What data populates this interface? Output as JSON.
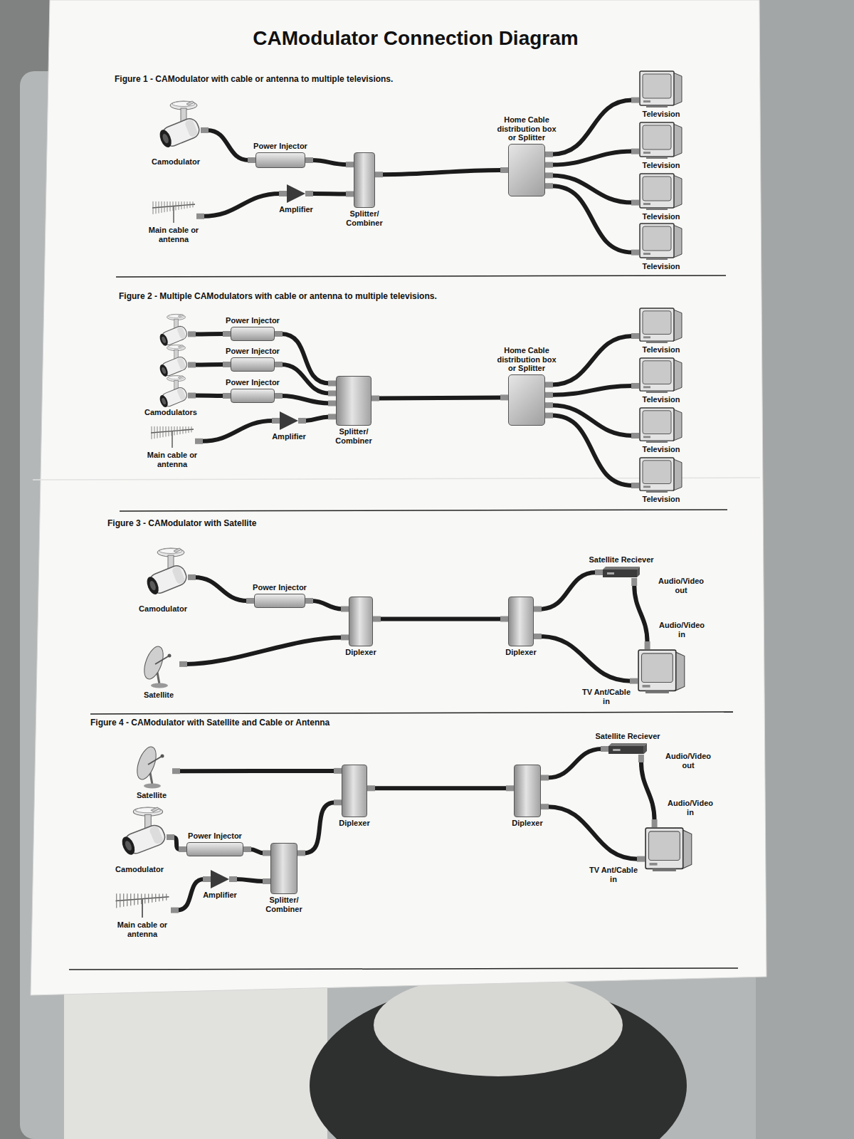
{
  "diagram": {
    "title": "CAModulator Connection Diagram",
    "nodes": [
      {
        "text": [
          "Camodulator"
        ]
      },
      {
        "text": [
          "Power Injector"
        ]
      },
      {
        "text": [
          "Main cable or antenna"
        ]
      },
      {
        "text": [
          "Amplifier"
        ]
      },
      {
        "text": [
          "Splitter/ Combiner"
        ]
      },
      {
        "text": [
          "Home Cable distribution box or Splitter"
        ]
      },
      {
        "text": [
          "Television"
        ]
      },
      {
        "text": [
          "Television"
        ]
      },
      {
        "text": [
          "Television"
        ]
      },
      {
        "text": [
          "Television"
        ]
      },
      {
        "text": [
          "Camodulators"
        ]
      },
      {
        "text": [
          "Power Injector"
        ]
      },
      {
        "text": [
          "Power Injector"
        ]
      },
      {
        "text": [
          "Power Injector"
        ]
      },
      {
        "text": [
          "Main cable or antenna"
        ]
      },
      {
        "text": [
          "Amplifier"
        ]
      },
      {
        "text": [
          "Splitter/ Combiner"
        ]
      },
      {
        "text": [
          "Home Cable distribution box or Splitter"
        ]
      },
      {
        "text": [
          "Television"
        ]
      },
      {
        "text": [
          "Television"
        ]
      },
      {
        "text": [
          "Television"
        ]
      },
      {
        "text": [
          "Television"
        ]
      },
      {
        "text": [
          "Camodulator"
        ]
      },
      {
        "text": [
          "Power Injector"
        ]
      },
      {
        "text": [
          "Satellite"
        ]
      },
      {
        "text": [
          "Diplexer"
        ]
      },
      {
        "text": [
          "Diplexer"
        ]
      },
      {
        "text": [
          "Satellite Reciever",
          "Audio/Video out"
        ]
      },
      {
        "text": [
          "Audio/Video in",
          "TV Ant/Cable in"
        ]
      },
      {
        "text": [
          "Satellite"
        ]
      },
      {
        "text": [
          "Camodulator"
        ]
      },
      {
        "text": [
          "Power Injector"
        ]
      },
      {
        "text": [
          "Main cable or antenna"
        ]
      },
      {
        "text": [
          "Amplifier"
        ]
      },
      {
        "text": [
          "Splitter/ Combiner"
        ]
      },
      {
        "text": [
          "Diplexer"
        ]
      },
      {
        "text": [
          "Diplexer"
        ]
      },
      {
        "text": [
          "Satellite Reciever",
          "Audio/Video out"
        ]
      },
      {
        "text": [
          "Audio/Video in",
          "TV Ant/Cable in"
        ]
      }
    ],
    "edges": [
      {
        "from": 0,
        "to": 1,
        "arrow": "none"
      },
      {
        "from": 1,
        "to": 4,
        "arrow": "none"
      },
      {
        "from": 2,
        "to": 3,
        "arrow": "none"
      },
      {
        "from": 3,
        "to": 4,
        "arrow": "none"
      },
      {
        "from": 4,
        "to": 5,
        "arrow": "none"
      },
      {
        "from": 5,
        "to": 6,
        "arrow": "none"
      },
      {
        "from": 5,
        "to": 7,
        "arrow": "none"
      },
      {
        "from": 5,
        "to": 8,
        "arrow": "none"
      },
      {
        "from": 5,
        "to": 9,
        "arrow": "none"
      },
      {
        "from": 10,
        "to": 11,
        "arrow": "none"
      },
      {
        "from": 10,
        "to": 12,
        "arrow": "none"
      },
      {
        "from": 10,
        "to": 13,
        "arrow": "none"
      },
      {
        "from": 11,
        "to": 16,
        "arrow": "none"
      },
      {
        "from": 12,
        "to": 16,
        "arrow": "none"
      },
      {
        "from": 13,
        "to": 16,
        "arrow": "none"
      },
      {
        "from": 14,
        "to": 15,
        "arrow": "none"
      },
      {
        "from": 15,
        "to": 16,
        "arrow": "none"
      },
      {
        "from": 16,
        "to": 17,
        "arrow": "none"
      },
      {
        "from": 17,
        "to": 18,
        "arrow": "none"
      },
      {
        "from": 17,
        "to": 19,
        "arrow": "none"
      },
      {
        "from": 17,
        "to": 20,
        "arrow": "none"
      },
      {
        "from": 17,
        "to": 21,
        "arrow": "none"
      },
      {
        "from": 22,
        "to": 23,
        "arrow": "none"
      },
      {
        "from": 23,
        "to": 25,
        "arrow": "none"
      },
      {
        "from": 24,
        "to": 25,
        "arrow": "none"
      },
      {
        "from": 25,
        "to": 26,
        "arrow": "none"
      },
      {
        "from": 26,
        "to": 27,
        "arrow": "none"
      },
      {
        "from": 26,
        "to": 28,
        "arrow": "none"
      },
      {
        "from": 27,
        "to": 28,
        "arrow": "none"
      },
      {
        "from": 29,
        "to": 35,
        "arrow": "none"
      },
      {
        "from": 30,
        "to": 31,
        "arrow": "none"
      },
      {
        "from": 31,
        "to": 34,
        "arrow": "none"
      },
      {
        "from": 32,
        "to": 33,
        "arrow": "none"
      },
      {
        "from": 33,
        "to": 34,
        "arrow": "none"
      },
      {
        "from": 34,
        "to": 35,
        "arrow": "none"
      },
      {
        "from": 35,
        "to": 36,
        "arrow": "none"
      },
      {
        "from": 36,
        "to": 37,
        "arrow": "none"
      },
      {
        "from": 36,
        "to": 38,
        "arrow": "none"
      },
      {
        "from": 37,
        "to": 38,
        "arrow": "none"
      }
    ],
    "labels": [
      "Figure 1 - CAModulator with cable or antenna to multiple televisions.",
      "Figure 2 - Multiple CAModulators with cable or antenna to multiple televisions.",
      "Figure 3 - CAModulator with Satellite",
      "Figure 4 - CAModulator with Satellite and Cable or Antenna"
    ]
  }
}
